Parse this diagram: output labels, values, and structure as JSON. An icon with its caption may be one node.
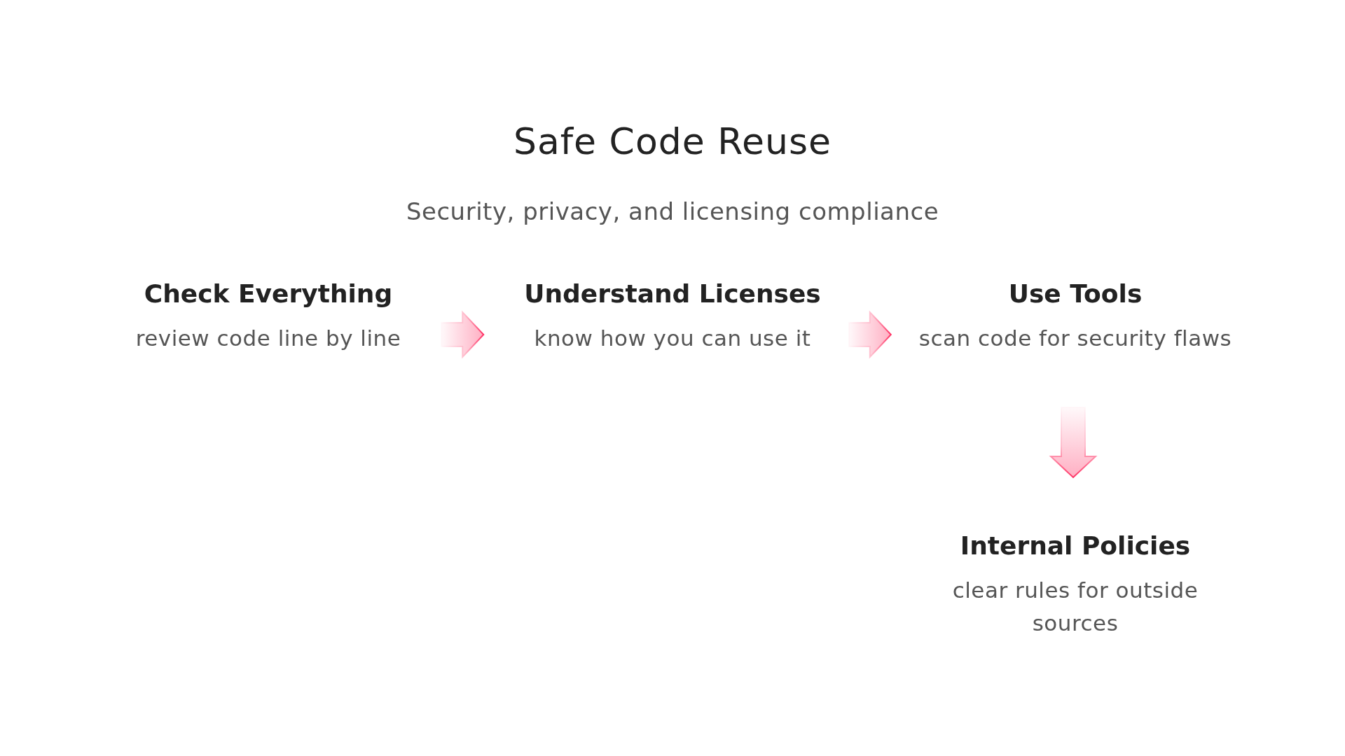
{
  "diagram": {
    "title": "Safe Code Reuse",
    "labels": [
      "Security, privacy, and licensing compliance"
    ],
    "nodes": [
      {
        "text": [
          "Check Everything",
          "review code line by line"
        ]
      },
      {
        "text": [
          "Understand Licenses",
          "know how you can use it"
        ]
      },
      {
        "text": [
          "Use Tools",
          "scan code for security flaws"
        ]
      },
      {
        "text": [
          "Internal Policies",
          "clear rules for outside sources"
        ]
      }
    ],
    "edges": [
      {
        "from": 0,
        "to": 1,
        "arrow": "to"
      },
      {
        "from": 1,
        "to": 2,
        "arrow": "to"
      },
      {
        "from": 2,
        "to": 3,
        "arrow": "to"
      }
    ]
  }
}
